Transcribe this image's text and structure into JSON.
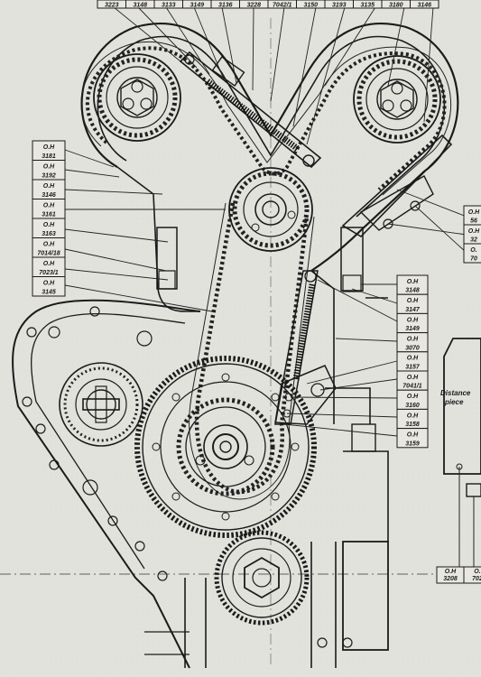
{
  "top_labels": [
    "3223",
    "3148",
    "3133",
    "3149",
    "3136",
    "3228",
    "7042/1",
    "3150",
    "3193",
    "3135",
    "3180",
    "3146"
  ],
  "left_labels": [
    {
      "prefix": "O.H",
      "num": "3181"
    },
    {
      "prefix": "O.H",
      "num": "3192"
    },
    {
      "prefix": "O.H",
      "num": "3146"
    },
    {
      "prefix": "O.H",
      "num": "3161"
    },
    {
      "prefix": "O.H",
      "num": "3163"
    },
    {
      "prefix": "O.H",
      "num": "7014/18"
    },
    {
      "prefix": "O.H",
      "num": "7023/1"
    },
    {
      "prefix": "O.H",
      "num": "3145"
    }
  ],
  "right_labels": [
    {
      "prefix": "O.H",
      "num": "3148"
    },
    {
      "prefix": "O.H",
      "num": "3147"
    },
    {
      "prefix": "O.H",
      "num": "3149"
    },
    {
      "prefix": "O.H",
      "num": "3070"
    },
    {
      "prefix": "O.H",
      "num": "3157"
    },
    {
      "prefix": "O.H",
      "num": "7041/1"
    },
    {
      "prefix": "O.H",
      "num": "3160"
    },
    {
      "prefix": "O.H",
      "num": "3158"
    },
    {
      "prefix": "O.H",
      "num": "3159"
    }
  ],
  "right_edge_labels": [
    {
      "prefix": "O.H",
      "num": "56"
    },
    {
      "prefix": "O.H",
      "num": "32"
    },
    {
      "prefix": "O.",
      "num": "70"
    }
  ],
  "distance_piece_label": [
    "Distance",
    "piece"
  ],
  "bottom_right_labels": [
    {
      "prefix": "O.H",
      "num": "3208"
    },
    {
      "prefix": "O.",
      "num": "702"
    }
  ]
}
